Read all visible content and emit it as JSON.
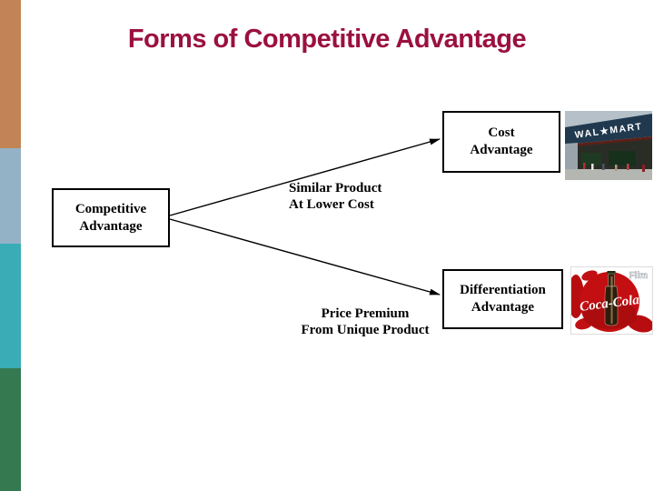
{
  "slide": {
    "title": "Forms of Competitive Advantage"
  },
  "colors": {
    "title_text": "#9b1040",
    "sidebar_tan": "#c28456",
    "sidebar_blue": "#94b2c6",
    "sidebar_teal": "#3aacb6",
    "sidebar_green": "#347950",
    "box_border": "#000000",
    "arrow": "#000000",
    "walmart_sign_navy": "#20394f",
    "coke_red": "#c40f12"
  },
  "diagram": {
    "source_box": {
      "lines": [
        "Competitive",
        "Advantage"
      ]
    },
    "cost_box": {
      "lines": [
        "Cost",
        "Advantage"
      ]
    },
    "differentiation_box": {
      "lines": [
        "Differentiation",
        "Advantage"
      ]
    },
    "top_edge_label": {
      "lines": [
        "Similar Product",
        "At Lower Cost"
      ]
    },
    "bottom_edge_label": {
      "lines": [
        "Price Premium",
        "From Unique Product"
      ]
    }
  },
  "images": {
    "walmart": {
      "sign_text": "WAL★MART"
    },
    "coke": {
      "logo_text": "Coca-Cola",
      "corner_text": "Film"
    }
  }
}
